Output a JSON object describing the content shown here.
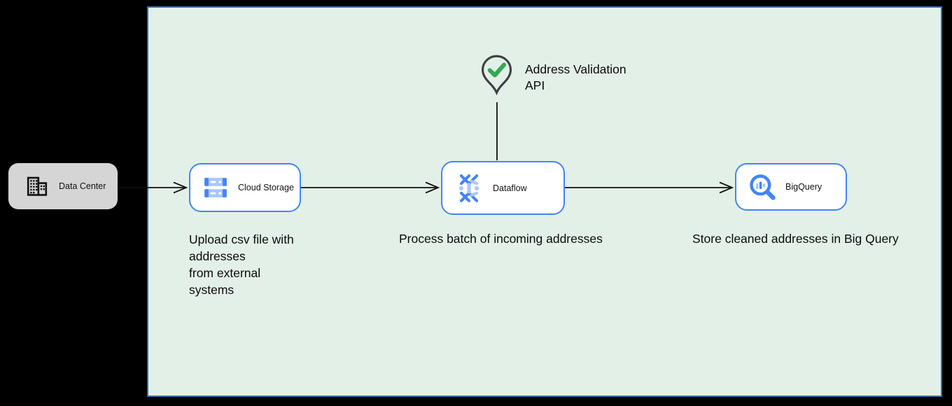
{
  "diagram": {
    "panel": {
      "bg": "#E3F0E8",
      "border": "#2E74B8"
    },
    "data_center": {
      "label": "Data Center",
      "bg": "#D5D5D5"
    },
    "nodes": {
      "cloud_storage": {
        "label": "Cloud Storage",
        "icon": "cloud-storage-icon",
        "caption": "Upload csv file with\naddresses\nfrom external\nsystems"
      },
      "dataflow": {
        "label": "Dataflow",
        "icon": "dataflow-icon",
        "caption": "Process batch of incoming addresses"
      },
      "bigquery": {
        "label": "BigQuery",
        "icon": "bigquery-icon",
        "caption": "Store cleaned addresses in Big Query"
      }
    },
    "annotation": {
      "label": "Address Validation\nAPI",
      "icon": "map-pin-check-icon"
    },
    "colors": {
      "node_border": "#4285F4",
      "icon_blue": "#4285F4",
      "icon_light_blue": "#A8C7FA",
      "check_green": "#34A853",
      "pin_outline": "#3C4043",
      "arrow": "#111111",
      "data_center_icon": "#111111"
    }
  }
}
